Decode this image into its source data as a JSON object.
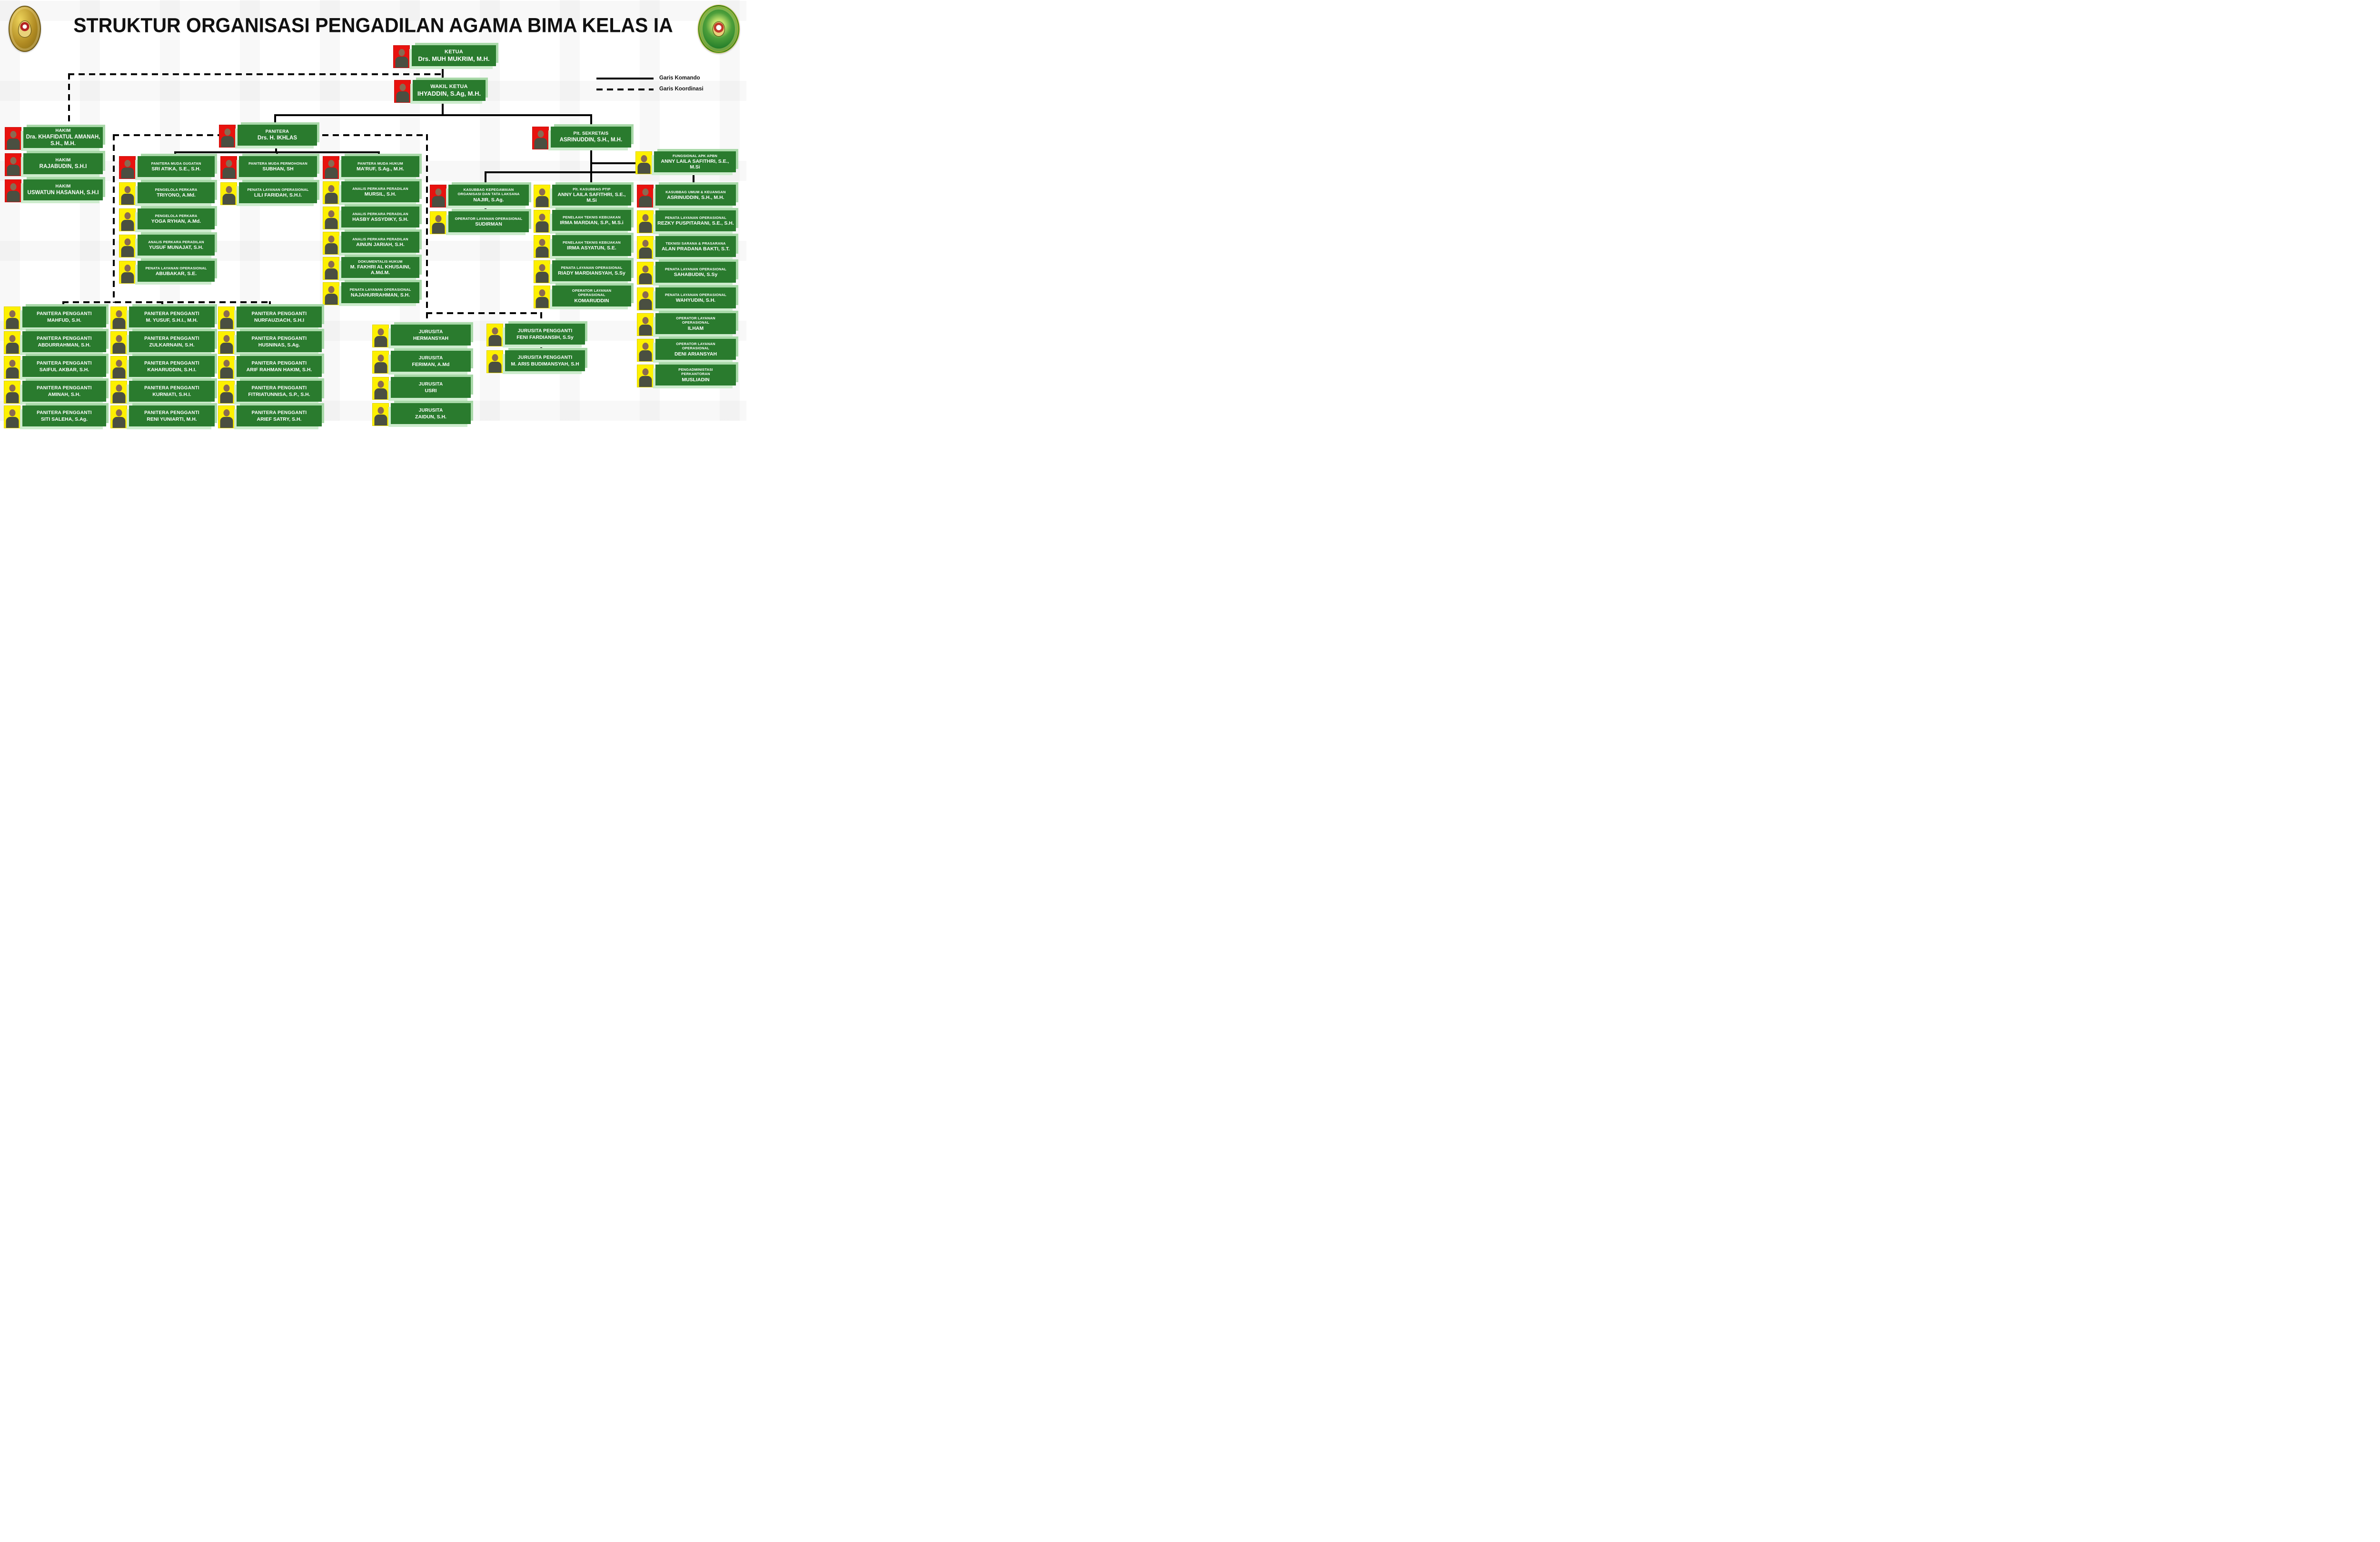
{
  "title": "STRUKTUR ORGANISASI PENGADILAN AGAMA BIMA KELAS IA",
  "legend": {
    "komando": "Garis Komando",
    "koordinasi": "Garis Koordinasi"
  },
  "logos": {
    "left": "mahkamah-agung-emblem",
    "right": "pengadilan-agama-bima-emblem"
  },
  "colors": {
    "box_green": "#2a7b2e",
    "shadow_green": "#a9d9a9",
    "photo_red": "#e8120e",
    "photo_yellow": "#fdf000",
    "line_black": "#000000"
  },
  "groups": {
    "ketua": [
      {
        "role": "KETUA",
        "name": "Drs. MUH MUKRIM, M.H.",
        "photo": "red"
      }
    ],
    "wakil_ketua": [
      {
        "role": "WAKIL KETUA",
        "name": "IHYADDIN, S.Ag, M.H.",
        "photo": "red"
      }
    ],
    "hakim": [
      {
        "role": "HAKIM",
        "name": "Dra. KHAFIDATUL AMANAH, S.H., M.H.",
        "photo": "red"
      },
      {
        "role": "HAKIM",
        "name": "RAJABUDIN, S.H.I",
        "photo": "red"
      },
      {
        "role": "HAKIM",
        "name": "USWATUN HASANAH, S.H.I",
        "photo": "red"
      }
    ],
    "panitera": [
      {
        "role": "PANITERA",
        "name": "Drs. H. IKHLAS",
        "photo": "red"
      }
    ],
    "plt_sekretais": [
      {
        "role": "Plt. SEKRETAIS",
        "name": "ASRINUDDIN, S.H., M.H.",
        "photo": "red"
      }
    ],
    "fungsional_apk_apbn": [
      {
        "role": "FUNGSIONAL APK APBN",
        "name": "ANNY LAILA SAFITHRI, S.E., M.Si",
        "photo": "yellow"
      }
    ],
    "panitera_muda_gugatan": [
      {
        "role": "PANITERA MUDA GUGATAN",
        "name": "SRI ATIKA, S.E., S.H.",
        "photo": "red"
      },
      {
        "role": "PENGELOLA  PERKARA",
        "name": "TRIYONO, A.Md.",
        "photo": "yellow"
      },
      {
        "role": "PENGELOLA  PERKARA",
        "name": "YOGA RYHAN, A.Md.",
        "photo": "yellow"
      },
      {
        "role": "ANALIS PERKARA PERADILAN",
        "name": "YUSUF MUNAJAT, S.H.",
        "photo": "yellow"
      },
      {
        "role": "PENATA LAYANAN OPERASIONAL",
        "name": "ABUBAKAR, S.E.",
        "photo": "yellow"
      }
    ],
    "panitera_muda_permohonan": [
      {
        "role": "PANITERA MUDA PERMOHONAN",
        "name": "SUBHAN, SH",
        "photo": "red"
      },
      {
        "role": "PENATA LAYANAN OPERASIONAL",
        "name": "LILI FARIDAH, S.H.I.",
        "photo": "yellow"
      }
    ],
    "panitera_muda_hukum": [
      {
        "role": "PANITERA MUDA HUKUM",
        "name": "MA’RUF, S.Ag., M.H.",
        "photo": "red"
      },
      {
        "role": "ANALIS PERKARA PERADILAN",
        "name": "MURSIL, S.H.",
        "photo": "yellow"
      },
      {
        "role": "ANALIS PERKARA PERADILAN",
        "name": "HASBY ASSYDIKY, S.H.",
        "photo": "yellow"
      },
      {
        "role": "ANALIS PERKARA PERADILAN",
        "name": "AINUN JARIAH, S.H.",
        "photo": "yellow"
      },
      {
        "role": "DOKUMENTALIS HUKUM",
        "name": "M. FAKHRI AL KHUSAINI, A.Md.M.",
        "photo": "yellow"
      },
      {
        "role": "PENATA LAYANAN OPERASIONAL",
        "name": "NAJAHURRAHMAN, S.H.",
        "photo": "yellow"
      }
    ],
    "kasubbag_kepegawaian": [
      {
        "role": "KASUBBAG KEPEGAWAIAN\nORGANISASI DAN TATA LAKSANA",
        "name": "NAJIR, S.Ag.",
        "photo": "red"
      },
      {
        "role": "OPERATOR LAYANAN OPERASIONAL",
        "name": "SUDIRMAN",
        "photo": "yellow"
      }
    ],
    "kasubbag_ptip": [
      {
        "role": "Plt. KASUBBAG PTIP",
        "name": "ANNY LAILA SAFITHRI, S.E., M.Si",
        "photo": "yellow"
      },
      {
        "role": "PENELAAH TEKNIS KEBIJAKAN",
        "name": "IRMA MARDIAN, S.P., M.S.i",
        "photo": "yellow"
      },
      {
        "role": "PENELAAH TEKNIS KEBIJAKAN",
        "name": "IRMA ASYATUN, S.E.",
        "photo": "yellow"
      },
      {
        "role": "PENATA LAYANAN OPERASIONAL",
        "name": "RIADY MARDIANSYAH, S.Sy",
        "photo": "yellow"
      },
      {
        "role": "OPERATOR LAYANAN\nOPERASIONAL",
        "name": "KOMARUDDIN",
        "photo": "yellow"
      }
    ],
    "kasubbag_umum_keuangan": [
      {
        "role": "KASUBBAG UMUM & KEUANGAN",
        "name": "ASRINUDDIN, S.H., M.H.",
        "photo": "red"
      },
      {
        "role": "PENATA LAYANAN OPERASIONAL",
        "name": "REZKY PUSPITARANI, S.E., S.H.",
        "photo": "yellow"
      },
      {
        "role": "TEKNISI SARANA & PRASARANA",
        "name": "ALAN PRADANA BAKTI, S.T.",
        "photo": "yellow"
      },
      {
        "role": "PENATA LAYANAN OPERASIONAL",
        "name": "SAHABUDIN, S.Sy",
        "photo": "yellow"
      },
      {
        "role": "PENATA LAYANAN OPERASIONAL",
        "name": "WAHYUDIN, S.H.",
        "photo": "yellow"
      },
      {
        "role": "OPERATOR LAYANAN\nOPERASIONAL",
        "name": "ILHAM",
        "photo": "yellow"
      },
      {
        "role": "OPERATOR LAYANAN\nOPERASIONAL",
        "name": "DENI ARIANSYAH",
        "photo": "yellow"
      },
      {
        "role": "PENGADMINISTASI\nPERKANTORAN",
        "name": "MUSLIADIN",
        "photo": "yellow"
      }
    ],
    "panitera_pengganti_col1": [
      {
        "role": "PANITERA PENGGANTI",
        "name": "MAHFUD, S.H.",
        "photo": "yellow"
      },
      {
        "role": "PANITERA PENGGANTI",
        "name": "ABDURRAHMAN, S.H.",
        "photo": "yellow"
      },
      {
        "role": "PANITERA PENGGANTI",
        "name": "SAIFUL AKBAR, S.H.",
        "photo": "yellow"
      },
      {
        "role": "PANITERA PENGGANTI",
        "name": "AMINAH, S.H.",
        "photo": "yellow"
      },
      {
        "role": "PANITERA PENGGANTI",
        "name": "SITI SALEHA, S.Ag.",
        "photo": "yellow"
      }
    ],
    "panitera_pengganti_col2": [
      {
        "role": "PANITERA PENGGANTI",
        "name": "M. YUSUF, S.H.I., M.H.",
        "photo": "yellow"
      },
      {
        "role": "PANITERA PENGGANTI",
        "name": "ZULKARNAIN, S.H.",
        "photo": "yellow"
      },
      {
        "role": "PANITERA PENGGANTI",
        "name": "KAHARUDDIN, S.H.I.",
        "photo": "yellow"
      },
      {
        "role": "PANITERA PENGGANTI",
        "name": "KURNIATI, S.H.I.",
        "photo": "yellow"
      },
      {
        "role": "PANITERA PENGGANTI",
        "name": "RENI YUNIARTI, M.H.",
        "photo": "yellow"
      }
    ],
    "panitera_pengganti_col3": [
      {
        "role": "PANITERA PENGGANTI",
        "name": "NURFAUZIACH, S.H.I",
        "photo": "yellow"
      },
      {
        "role": "PANITERA PENGGANTI",
        "name": "HUSNINAS, S.Ag.",
        "photo": "yellow"
      },
      {
        "role": "PANITERA PENGGANTI",
        "name": "ARIF RAHMAN HAKIM, S.H.",
        "photo": "yellow"
      },
      {
        "role": "PANITERA PENGGANTI",
        "name": "FITRIATUNNISA, S.P., S.H.",
        "photo": "yellow"
      },
      {
        "role": "PANITERA PENGGANTI",
        "name": "ARIEF SATRY, S.H.",
        "photo": "yellow"
      }
    ],
    "jurusita": [
      {
        "role": "JURUSITA",
        "name": "HERMANSYAH",
        "photo": "yellow"
      },
      {
        "role": "JURUSITA",
        "name": "FERIMAN, A.Md",
        "photo": "yellow"
      },
      {
        "role": "JURUSITA",
        "name": "USRI",
        "photo": "yellow"
      },
      {
        "role": "JURUSITA",
        "name": "ZAIDUN, S.H.",
        "photo": "yellow"
      }
    ],
    "jurusita_pengganti": [
      {
        "role": "JURUSITA PENGGANTI",
        "name": "FENI FARDIANSIH, S.Sy",
        "photo": "yellow"
      },
      {
        "role": "JURUSITA PENGGANTI",
        "name": "M. ARIS BUDIMANSYAH, S.H",
        "photo": "yellow"
      }
    ]
  }
}
